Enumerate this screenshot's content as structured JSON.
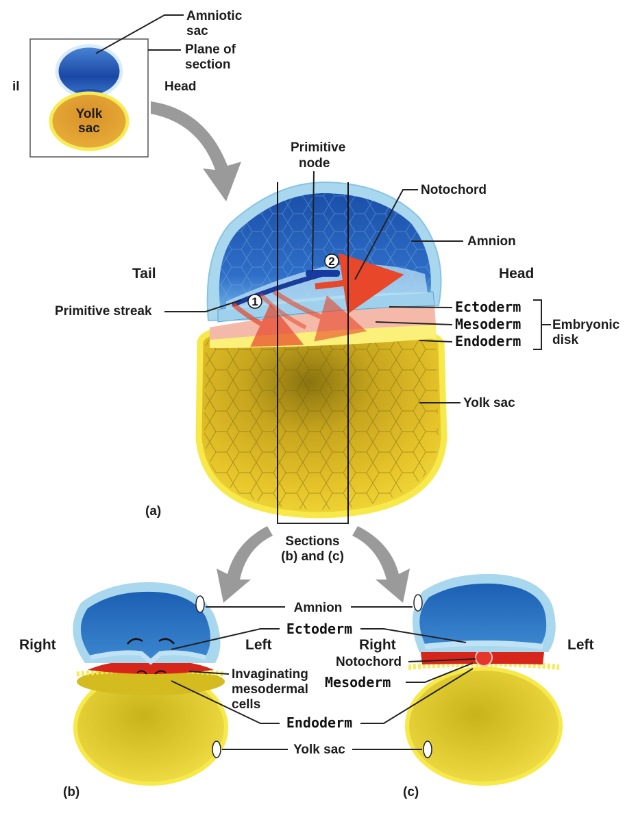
{
  "inset": {
    "amniotic_sac": [
      "Amniotic",
      "sac"
    ],
    "plane_of_section": [
      "Plane of",
      "section"
    ],
    "head": "Head",
    "cut_text": "il",
    "yolk_sac": [
      "Yolk",
      "sac"
    ]
  },
  "main": {
    "primitive_node": [
      "Primitive",
      "node"
    ],
    "notochord": "Notochord",
    "amnion": "Amnion",
    "tail": "Tail",
    "head": "Head",
    "primitive_streak": "Primitive streak",
    "step_1": "1",
    "step_2": "2",
    "ectoderm": "Ectoderm",
    "mesoderm": "Mesoderm",
    "endoderm": "Endoderm",
    "embryonic_disk": [
      "Embryonic",
      "disk"
    ],
    "yolk_sac": "Yolk sac",
    "panel": "(a)",
    "sections": [
      "Sections",
      "(b) and (c)"
    ]
  },
  "sections": {
    "amnion": "Amnion",
    "ectoderm": "Ectoderm",
    "right_b": "Right",
    "left_b": "Left",
    "right_c": "Right",
    "left_c": "Left",
    "invaginating": [
      "Invaginating",
      "mesodermal",
      "cells"
    ],
    "notochord": "Notochord",
    "mesoderm": "Mesoderm",
    "endoderm": "Endoderm",
    "yolk_sac": "Yolk sac",
    "panel_b": "(b)",
    "panel_c": "(c)"
  },
  "colors": {
    "amnion_light": "#a9d7ee",
    "amnion_dark": "#1f5fb4",
    "yolk": "#e8c62c",
    "yolk_edge": "#f6e94a",
    "mesoderm_pink": "#f3b3a3",
    "mesoderm_red": "#d6261b",
    "arrow_red": "#e8472a",
    "arrow_gray": "#9a9a9a",
    "inset_yolk": "#e8a42a"
  }
}
